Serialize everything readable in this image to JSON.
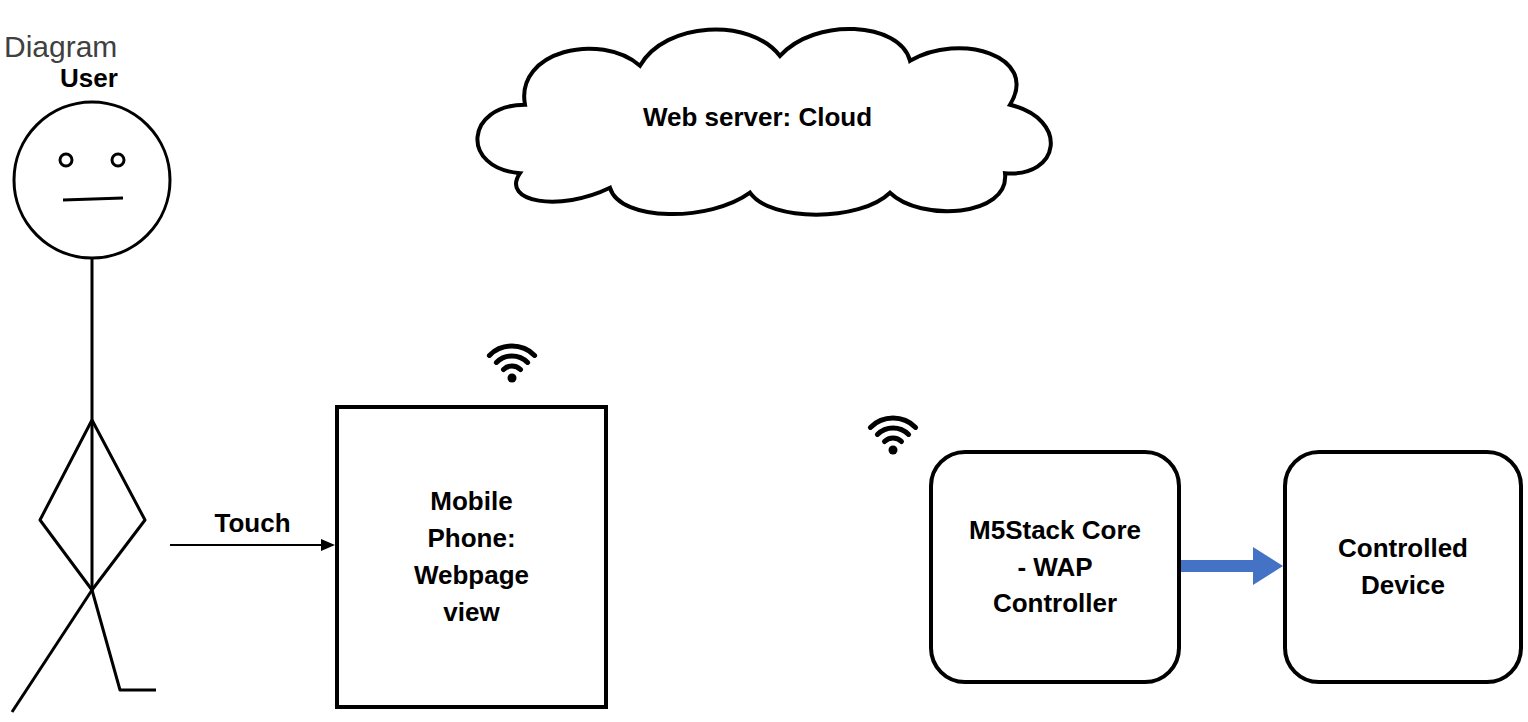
{
  "diagram": {
    "title": "Diagram",
    "nodes": [
      {
        "text": [
          "Web server: Cloud"
        ]
      },
      {
        "text": [
          "User"
        ]
      },
      {
        "text": [
          "Mobile Phone: Webpage view"
        ]
      },
      {
        "text": [
          "M5Stack Core - WAP Controller"
        ]
      },
      {
        "text": [
          "Controlled Device"
        ]
      }
    ],
    "edges": [
      {
        "from": 1,
        "to": 2,
        "label": "Touch",
        "arrow": "to"
      },
      {
        "from": 3,
        "to": 4,
        "arrow": "to"
      }
    ]
  }
}
